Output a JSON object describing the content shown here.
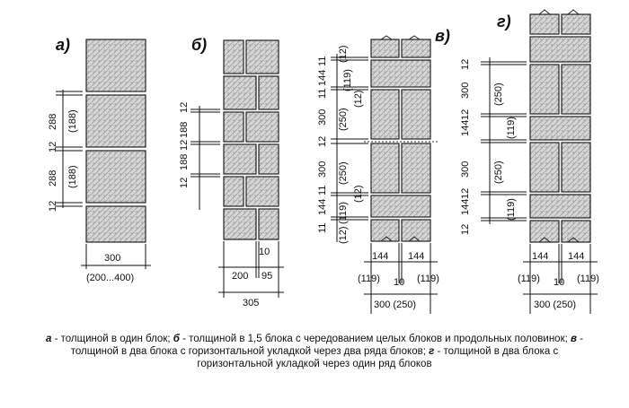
{
  "figures": {
    "a": {
      "letter": "а)",
      "dims_left": [
        "288",
        "(188)",
        "12",
        "288",
        "(188)",
        "12"
      ],
      "width_label": "300",
      "width_range": "(200...400)"
    },
    "b": {
      "letter": "б)",
      "dims_left": [
        "12",
        "188",
        "12",
        "188",
        "12"
      ],
      "joint_label": "10",
      "bottom_left": "200",
      "bottom_right": "95",
      "total": "305"
    },
    "v": {
      "letter": "в)",
      "dims_left": [
        "11",
        "144",
        "11",
        "300",
        "12",
        "300",
        "11",
        "144",
        "11",
        "(12)"
      ],
      "dims_right": [
        "(12)",
        "(119)",
        "(12)",
        "(250)",
        "(250)",
        "(12)",
        "(119)"
      ],
      "bottom_top": [
        "144",
        "144"
      ],
      "bottom_mid": [
        "(119)",
        "10",
        "(119)"
      ],
      "total": "300 (250)"
    },
    "g": {
      "letter": "г)",
      "dims_left": [
        "12",
        "300",
        "12",
        "144",
        "300",
        "12",
        "144",
        "12"
      ],
      "dims_right": [
        "(250)",
        "(119)",
        "(250)",
        "(119)"
      ],
      "bottom_top": [
        "144",
        "144"
      ],
      "bottom_mid": [
        "(119)",
        "10",
        "(119)"
      ],
      "total": "300 (250)"
    }
  },
  "caption": {
    "a_key": "а",
    "a_text": " - толщиной в один блок; ",
    "b_key": "б",
    "b_text": " - толщиной в 1,5 блока с чередованием целых блоков и продольных половинок; ",
    "v_key": "в",
    "v_text": " - толщиной в два блока с горизонтальной укладкой через два ряда блоков; ",
    "g_key": "г",
    "g_text": " - толщиной в два блока с горизонтальной укладкой через один ряд блоков"
  }
}
